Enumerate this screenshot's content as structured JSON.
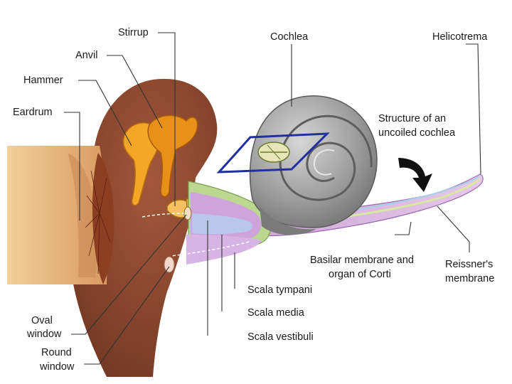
{
  "labels": {
    "stirrup": "Stirrup",
    "anvil": "Anvil",
    "hammer": "Hammer",
    "eardrum": "Eardrum",
    "cochlea": "Cochlea",
    "helicotrema": "Helicotrema",
    "structure_line1": "Structure of an",
    "structure_line2": "uncoiled cochlea",
    "basilar_line1": "Basilar membrane and",
    "basilar_line2": "organ of Corti",
    "reissner_line1": "Reissner's",
    "reissner_line2": "membrane",
    "scala_tympani": "Scala tympani",
    "scala_media": "Scala media",
    "scala_vestibuli": "Scala vestibuli",
    "oval_line1": "Oval",
    "oval_line2": "window",
    "round_line1": "Round",
    "round_line2": "window"
  },
  "colors": {
    "canal": "#e8b880",
    "tissue": "#8a4a30",
    "tissue_dark": "#6a3420",
    "ossicle": "#f0a020",
    "cochlea_shell": "#9a9a9a",
    "membrane_green": "#b8d890",
    "scala_purple": "#c8a8d8",
    "section_outline": "#2030a0"
  }
}
